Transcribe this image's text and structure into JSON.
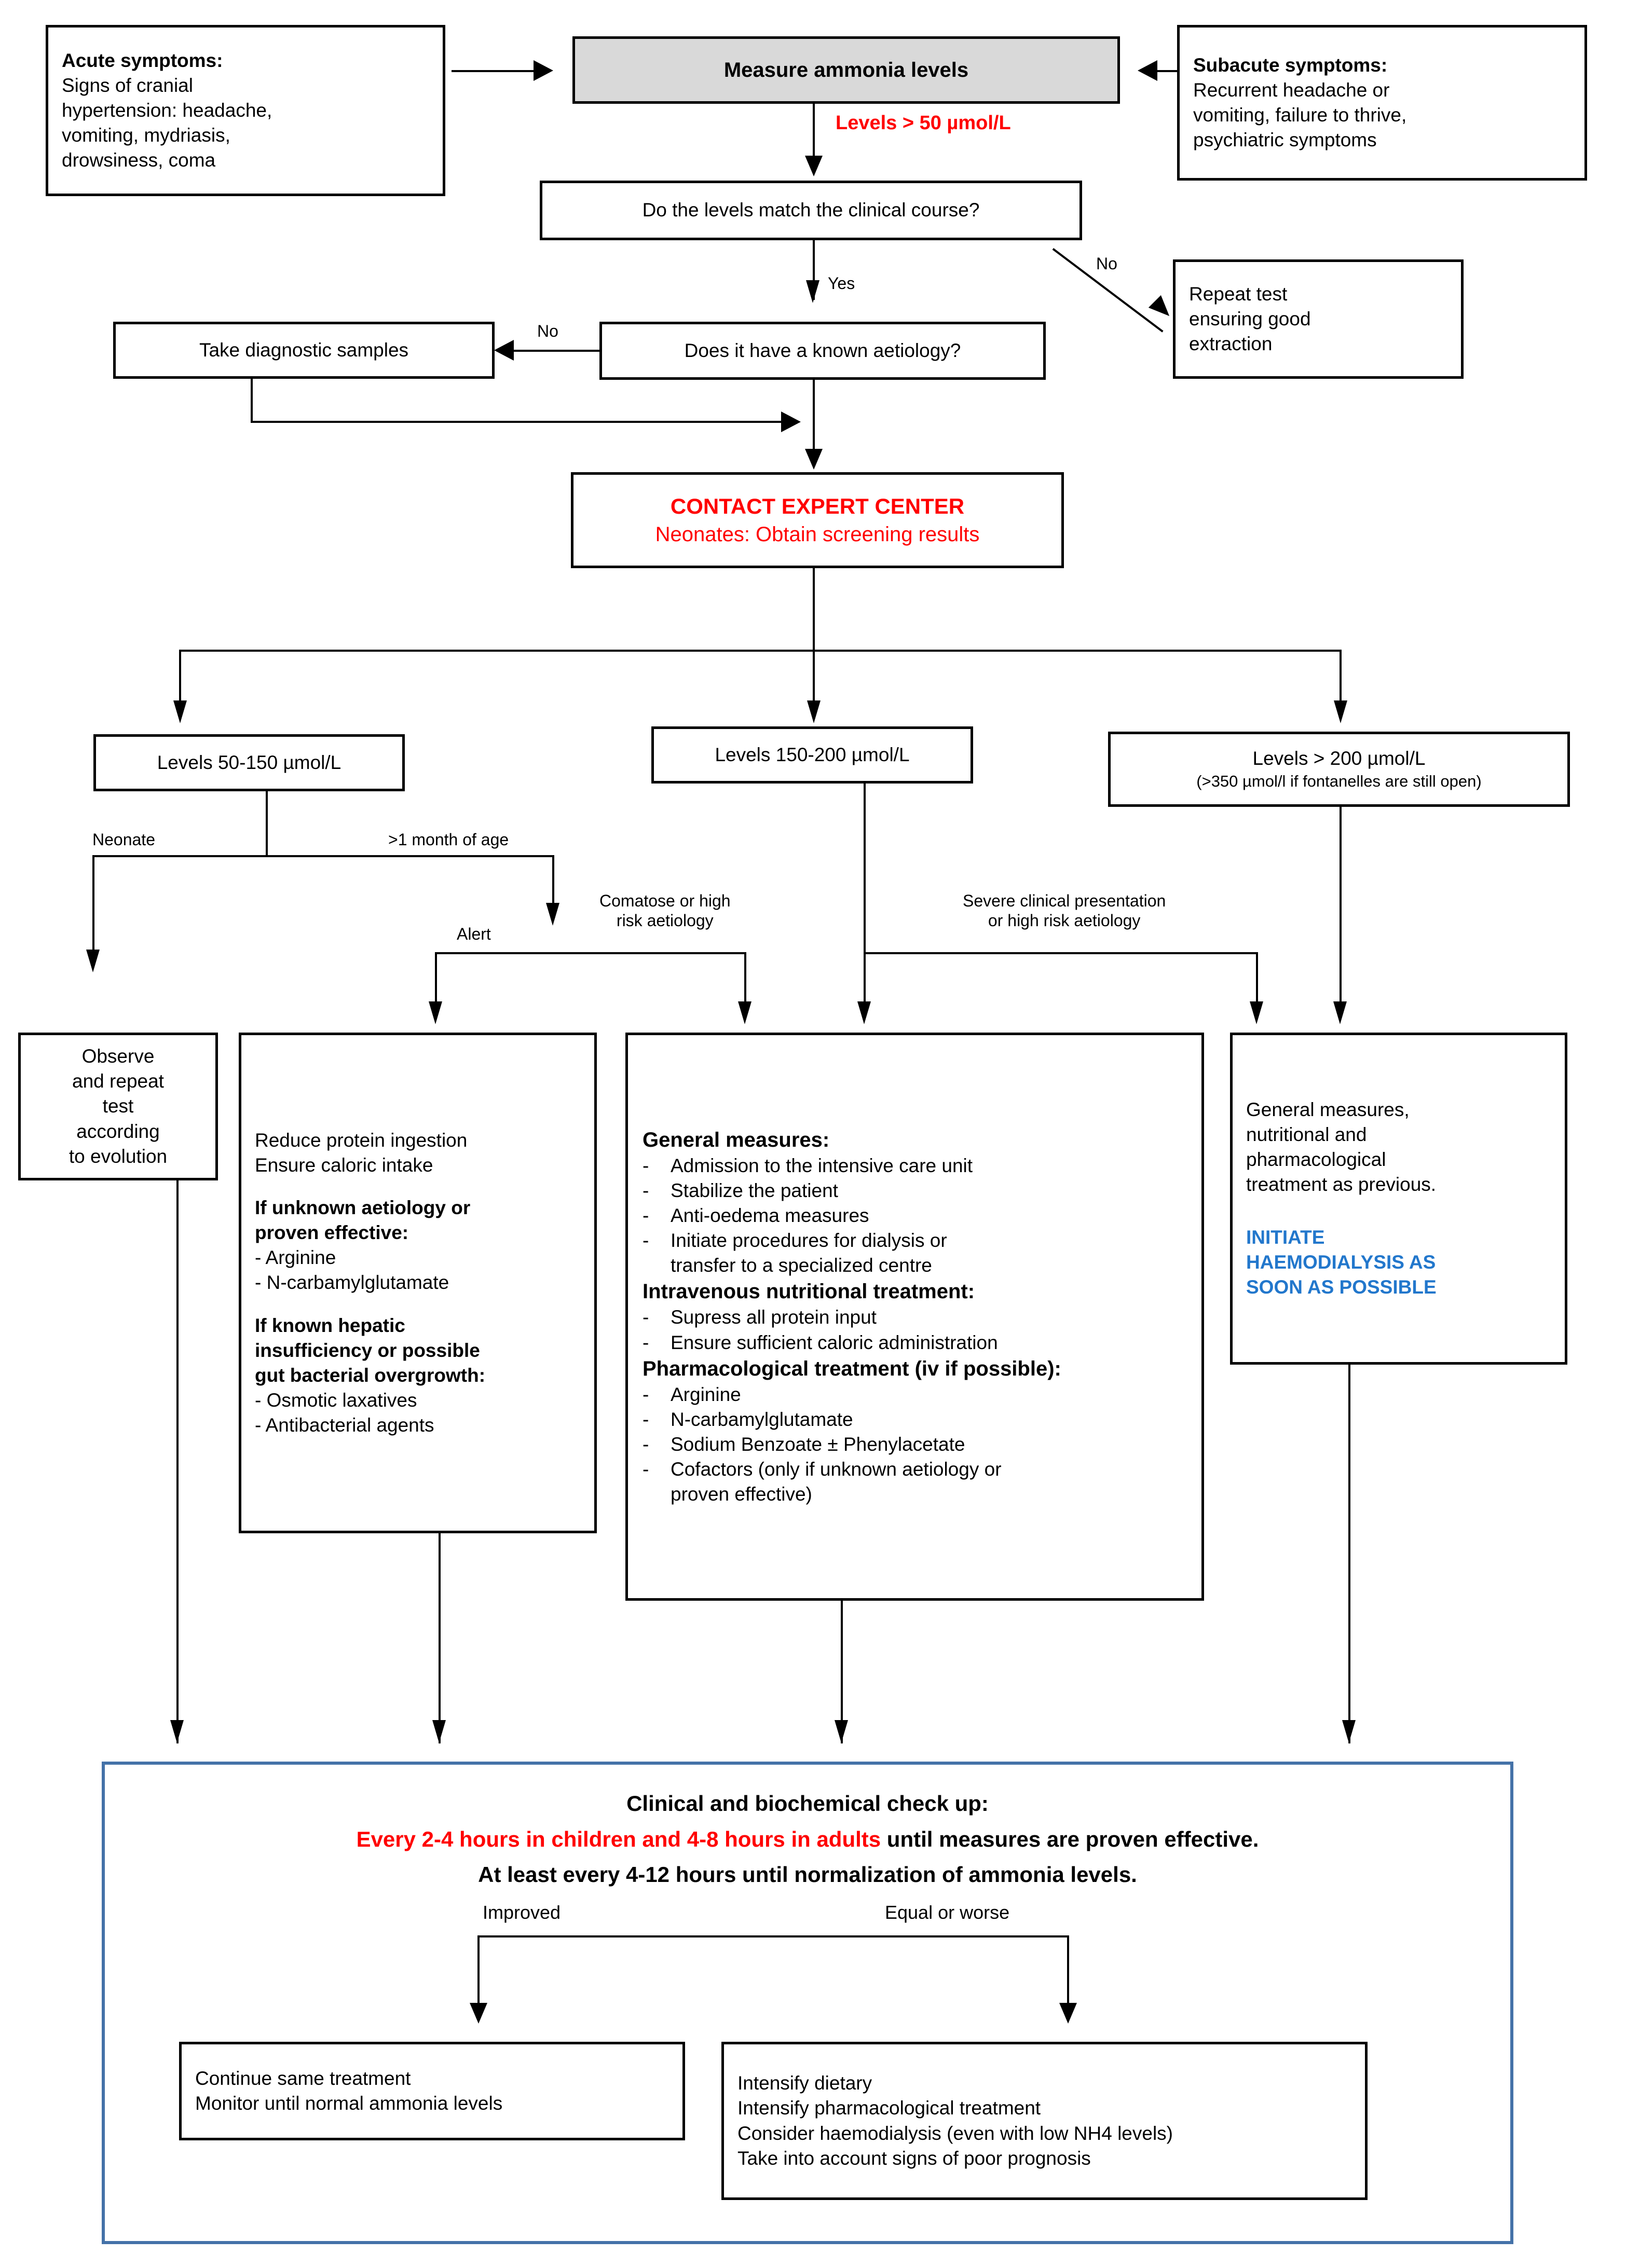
{
  "title": "Hyperammonaemia management flowchart",
  "colors": {
    "alert_red": "#ff0000",
    "dialysis_blue": "#2277cc",
    "summary_border_blue": "#4472a8",
    "shaded_box": "#d9d9d9"
  },
  "nodes": {
    "acute_symptoms": {
      "heading": "Acute symptoms:",
      "body": "Signs of cranial\nhypertension: headache,\nvomiting, mydriasis,\ndrowsiness, coma"
    },
    "measure_ammonia": {
      "label": "Measure ammonia levels"
    },
    "subacute_symptoms": {
      "heading": "Subacute symptoms:",
      "body": "Recurrent headache or\nvomiting, failure to thrive,\npsychiatric symptoms"
    },
    "levels_threshold": {
      "label": "Levels > 50 µmol/L"
    },
    "match_clinical_course": {
      "label": "Do the levels match the clinical course?"
    },
    "repeat_test": {
      "label": "Repeat test\nensuring good\nextraction"
    },
    "known_aetiology": {
      "label": "Does it have a known aetiology?"
    },
    "take_samples": {
      "label": "Take diagnostic samples"
    },
    "contact_expert": {
      "line1": "CONTACT EXPERT CENTER",
      "line2": "Neonates: Obtain screening  results"
    },
    "levels_low": {
      "label": "Levels 50-150 µmol/L"
    },
    "levels_mid": {
      "label": "Levels 150-200 µmol/L"
    },
    "levels_high": {
      "line1": "Levels > 200 µmol/L",
      "line2": "(>350 µmol/l if fontanelles are still open)"
    },
    "observe": {
      "label": "Observe\nand repeat\ntest\naccording\nto evolution"
    },
    "reduce_protein": {
      "intro": "Reduce protein ingestion\nEnsure caloric intake",
      "heading1": "If unknown aetiology or\nproven effective:",
      "items1": [
        "- Arginine",
        "- N-carbamylglutamate"
      ],
      "heading2": "If known hepatic\ninsufficiency or possible\ngut bacterial overgrowth:",
      "items2": [
        "- Osmotic laxatives",
        "- Antibacterial agents"
      ]
    },
    "general_measures": {
      "heading1": "General measures:",
      "items1": [
        "Admission to the intensive care unit",
        "Stabilize the patient",
        "Anti-oedema measures",
        "Initiate procedures for dialysis or\ntransfer to a specialized centre"
      ],
      "heading2": "Intravenous nutritional treatment:",
      "items2": [
        "Supress all protein input",
        "Ensure sufficient caloric administration"
      ],
      "heading3": "Pharmacological treatment (iv if possible):",
      "items3": [
        "Arginine",
        "N-carbamylglutamate",
        "Sodium Benzoate ± Phenylacetate",
        "Cofactors (only if unknown aetiology or\nproven effective)"
      ]
    },
    "general_previous": {
      "body": "General measures,\nnutritional and\npharmacological\ntreatment as previous.",
      "alert": "INITIATE\nHAEMODIALYSIS AS\nSOON AS POSSIBLE"
    },
    "checkup": {
      "line1": "Clinical and biochemical check up:",
      "line2_red": "Every 2-4 hours in children and 4-8 hours in adults",
      "line2_rest": " until measures are proven effective.",
      "line3": "At least every 4-12 hours until normalization of ammonia levels."
    },
    "continue_treatment": {
      "label": "Continue same treatment\nMonitor until normal ammonia levels"
    },
    "intensify": {
      "label": "Intensify dietary\nIntensify pharmacological treatment\nConsider haemodialysis (even with low NH4 levels)\nTake into account signs of poor prognosis"
    }
  },
  "edge_labels": {
    "no_repeat": "No",
    "yes_aetiology": "Yes",
    "no_samples": "No",
    "neonate": "Neonate",
    "over_one_month": ">1 month of age",
    "alert": "Alert",
    "comatose": "Comatose or high\nrisk aetiology",
    "severe": "Severe clinical presentation\nor high risk aetiology",
    "improved": "Improved",
    "equal_or_worse": "Equal or worse"
  }
}
